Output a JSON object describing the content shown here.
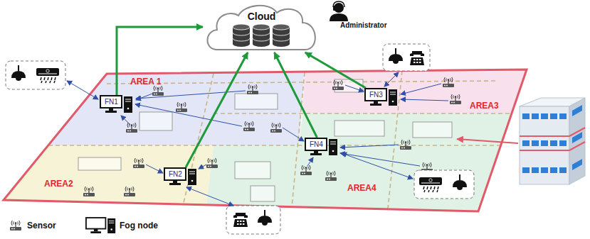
{
  "diagram": {
    "nodes": [
      {
        "text": [
          "Cloud"
        ]
      },
      {
        "text": [
          "AREA 1"
        ]
      },
      {
        "text": [
          "FN1"
        ],
        "in": 1
      },
      {
        "text": [
          "AREA3"
        ]
      },
      {
        "text": [
          "FN3"
        ],
        "in": 3
      },
      {
        "text": [
          "AREA2"
        ]
      },
      {
        "text": [
          "FN2"
        ],
        "in": 5
      },
      {
        "text": [
          "AREA4"
        ]
      },
      {
        "text": [
          "FN4"
        ],
        "in": 7
      }
    ],
    "edges": [
      {
        "from": 2,
        "to": 0,
        "arrow": "to"
      },
      {
        "from": 6,
        "to": 0,
        "arrow": "to"
      },
      {
        "from": 8,
        "to": 0,
        "arrow": "to"
      },
      {
        "from": 4,
        "to": 0,
        "arrow": "to"
      }
    ],
    "labels": [
      "Administrator"
    ],
    "legend": [
      {
        "text": "Sensor"
      },
      {
        "text": "Fog node"
      }
    ]
  }
}
